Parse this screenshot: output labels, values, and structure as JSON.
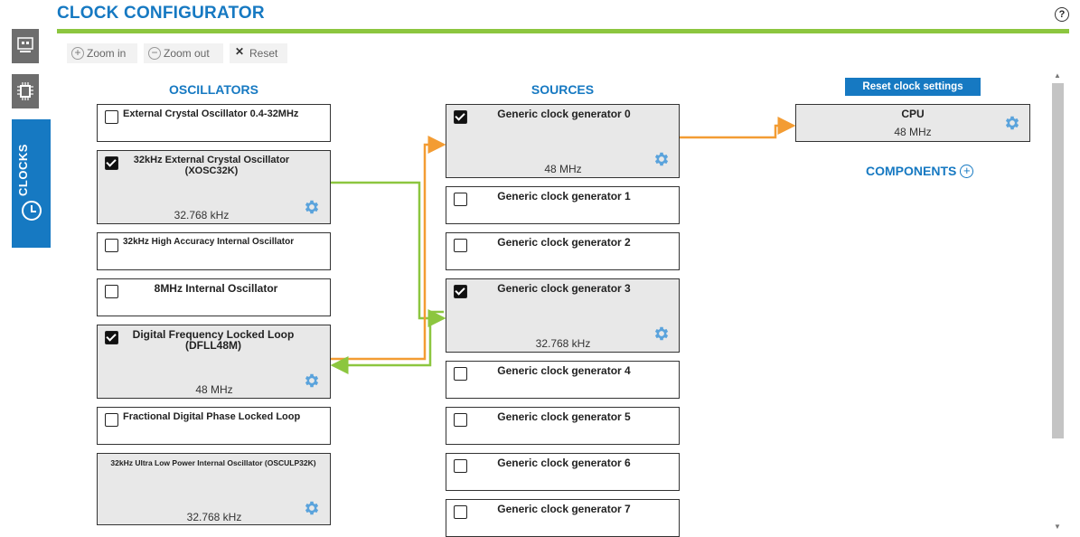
{
  "header": {
    "title": "CLOCK CONFIGURATOR",
    "help": "?"
  },
  "rail": {
    "clocks_label": "CLOCKS"
  },
  "toolbar": {
    "zoom_in": "Zoom in",
    "zoom_out": "Zoom out",
    "reset": "Reset"
  },
  "sections": {
    "oscillators": "OSCILLATORS",
    "sources": "SOURCES",
    "components": "COMPONENTS"
  },
  "reset_clock_settings": "Reset clock settings",
  "oscillators": [
    {
      "name": "External Crystal Oscillator 0.4-32MHz",
      "checked": false
    },
    {
      "name": "32kHz External Crystal Oscillator (XOSC32K)",
      "checked": true,
      "freq": "32.768 kHz"
    },
    {
      "name": "32kHz High Accuracy Internal Oscillator",
      "checked": false
    },
    {
      "name": "8MHz Internal Oscillator",
      "checked": false
    },
    {
      "name": "Digital Frequency Locked Loop (DFLL48M)",
      "checked": true,
      "freq": "48 MHz"
    },
    {
      "name": "Fractional Digital Phase Locked Loop",
      "checked": false
    },
    {
      "name": "32kHz Ultra Low Power Internal Oscillator (OSCULP32K)",
      "freq": "32.768 kHz"
    }
  ],
  "sources": [
    {
      "name": "Generic clock generator 0",
      "checked": true,
      "freq": "48 MHz"
    },
    {
      "name": "Generic clock generator 1",
      "checked": false
    },
    {
      "name": "Generic clock generator 2",
      "checked": false
    },
    {
      "name": "Generic clock generator 3",
      "checked": true,
      "freq": "32.768 kHz"
    },
    {
      "name": "Generic clock generator 4",
      "checked": false
    },
    {
      "name": "Generic clock generator 5",
      "checked": false
    },
    {
      "name": "Generic clock generator 6",
      "checked": false
    },
    {
      "name": "Generic clock generator 7",
      "checked": false
    }
  ],
  "cpu": {
    "name": "CPU",
    "freq": "48 MHz"
  },
  "colors": {
    "accent": "#1679c2",
    "green": "#8cc63f",
    "orange": "#f39c33",
    "gear": "#5aa3dc"
  }
}
